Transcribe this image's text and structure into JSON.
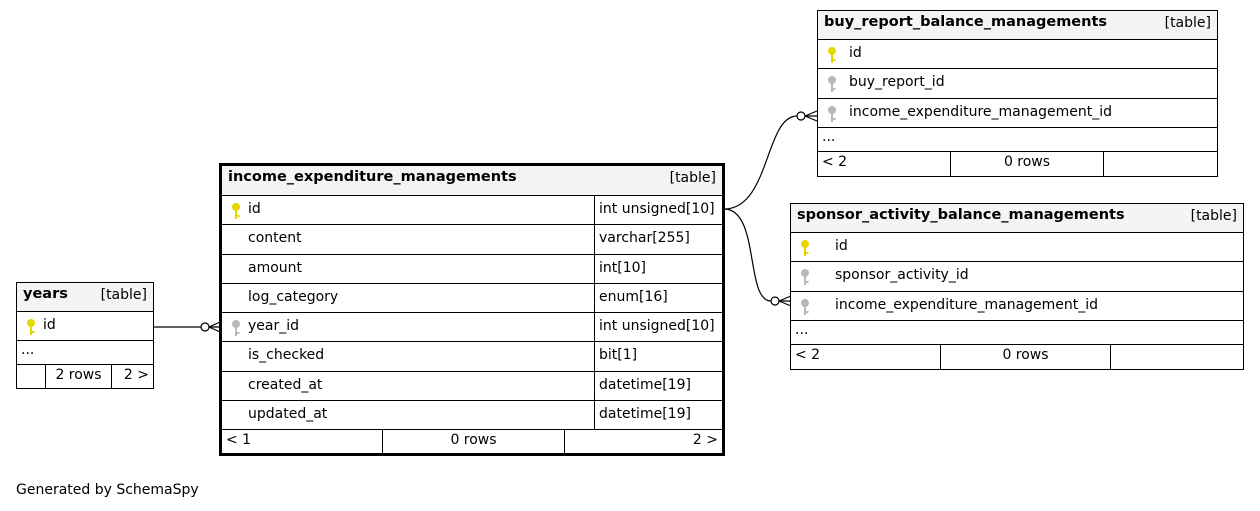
{
  "tables": {
    "income_expenditure_managements": {
      "name": "income_expenditure_managements",
      "kind": "[table]",
      "columns": [
        {
          "name": "id",
          "type": "int unsigned[10]",
          "key": "primary"
        },
        {
          "name": "content",
          "type": "varchar[255]",
          "key": "none"
        },
        {
          "name": "amount",
          "type": "int[10]",
          "key": "none"
        },
        {
          "name": "log_category",
          "type": "enum[16]",
          "key": "none"
        },
        {
          "name": "year_id",
          "type": "int unsigned[10]",
          "key": "foreign"
        },
        {
          "name": "is_checked",
          "type": "bit[1]",
          "key": "none"
        },
        {
          "name": "created_at",
          "type": "datetime[19]",
          "key": "none"
        },
        {
          "name": "updated_at",
          "type": "datetime[19]",
          "key": "none"
        }
      ],
      "footer": {
        "parents": "< 1",
        "rows": "0 rows",
        "children": "2 >"
      }
    },
    "years": {
      "name": "years",
      "kind": "[table]",
      "columns": [
        {
          "name": "id",
          "key": "primary"
        }
      ],
      "more": "...",
      "footer": {
        "parents": "",
        "rows": "2 rows",
        "children": "2 >"
      }
    },
    "buy_report_balance_managements": {
      "name": "buy_report_balance_managements",
      "kind": "[table]",
      "columns": [
        {
          "name": "id",
          "key": "primary"
        },
        {
          "name": "buy_report_id",
          "key": "foreign"
        },
        {
          "name": "income_expenditure_management_id",
          "key": "foreign"
        }
      ],
      "more": "...",
      "footer": {
        "parents": "< 2",
        "rows": "0 rows",
        "children": ""
      }
    },
    "sponsor_activity_balance_managements": {
      "name": "sponsor_activity_balance_managements",
      "kind": "[table]",
      "columns": [
        {
          "name": "id",
          "key": "primary"
        },
        {
          "name": "sponsor_activity_id",
          "key": "foreign"
        },
        {
          "name": "income_expenditure_management_id",
          "key": "foreign"
        }
      ],
      "more": "...",
      "footer": {
        "parents": "< 2",
        "rows": "0 rows",
        "children": ""
      }
    }
  },
  "key_colors": {
    "primary": "#e6d600",
    "foreign": "#b8b8b8"
  },
  "credit": "Generated by SchemaSpy"
}
